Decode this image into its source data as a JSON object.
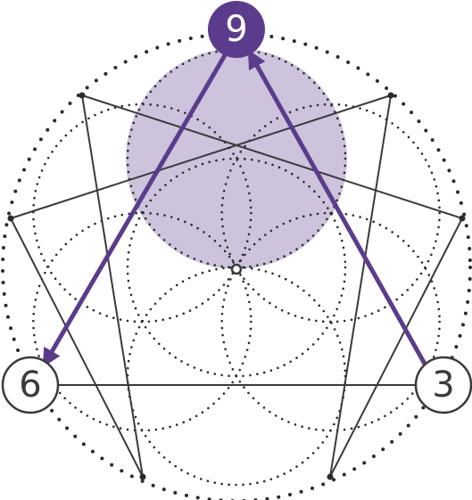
{
  "diagram": {
    "nodes": [
      {
        "id": "node-9",
        "label": "9",
        "style": "filled"
      },
      {
        "id": "node-6",
        "label": "6",
        "style": "outline"
      },
      {
        "id": "node-3",
        "label": "3",
        "style": "outline"
      }
    ],
    "arrows": [
      {
        "from": "9",
        "to": "6"
      },
      {
        "from": "3",
        "to": "9"
      }
    ]
  },
  "colors": {
    "accent": "#5b3c8c",
    "highlight": "#cdc3dd",
    "line": "#3a3a3a",
    "dots": "#2b2b2b",
    "node_fill_light": "#ffffff"
  }
}
